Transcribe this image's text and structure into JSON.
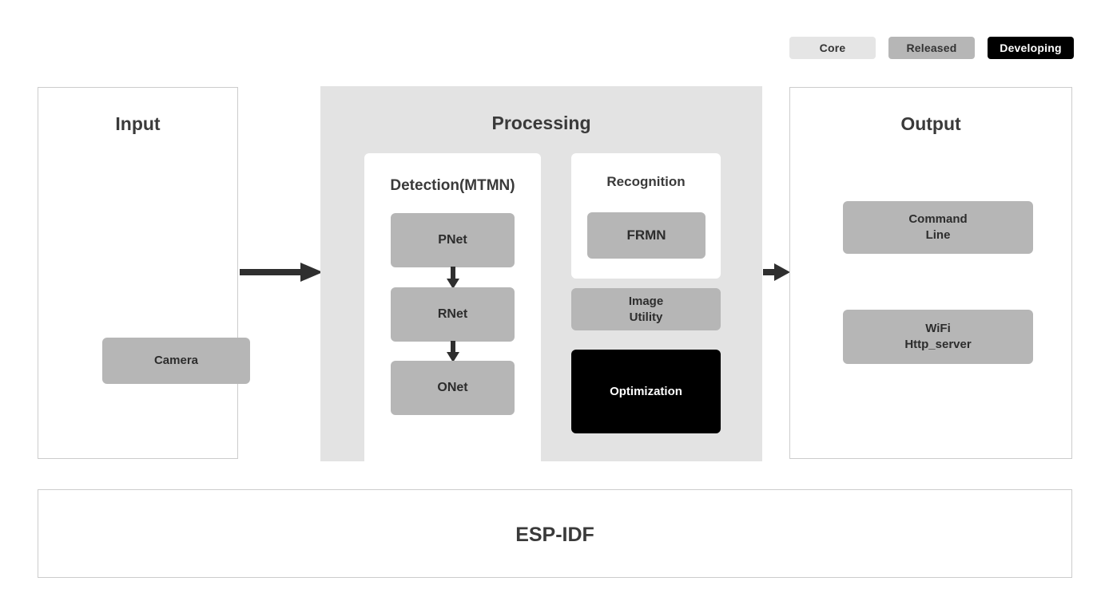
{
  "legend": {
    "items": [
      {
        "label": "Core",
        "color": "#e5e5e5",
        "text_color": "#333333"
      },
      {
        "label": "Released",
        "color": "#b6b6b6",
        "text_color": "#333333"
      },
      {
        "label": "Developing",
        "color": "#000000",
        "text_color": "#ffffff"
      }
    ]
  },
  "input": {
    "title": "Input",
    "nodes": [
      {
        "label": "Camera",
        "status": "Released"
      }
    ]
  },
  "processing": {
    "title": "Processing",
    "detection": {
      "title": "Detection(MTMN)",
      "nodes": [
        {
          "label": "PNet",
          "status": "Released"
        },
        {
          "label": "RNet",
          "status": "Released"
        },
        {
          "label": "ONet",
          "status": "Released"
        }
      ]
    },
    "recognition": {
      "title": "Recognition",
      "nodes": [
        {
          "label": "FRMN",
          "status": "Released"
        }
      ]
    },
    "image_utility": {
      "label": "Image\nUtility",
      "line1": "Image",
      "line2": "Utility",
      "status": "Released"
    },
    "optimization": {
      "label": "Optimization",
      "status": "Developing"
    }
  },
  "output": {
    "title": "Output",
    "nodes": [
      {
        "label": "Command Line",
        "line1": "Command",
        "line2": "Line",
        "status": "Released"
      },
      {
        "label": "WiFi Http_server",
        "line1": "WiFi",
        "line2": "Http_server",
        "status": "Released"
      }
    ]
  },
  "foundation": {
    "label": "ESP-IDF"
  },
  "arrows": [
    {
      "name": "input-to-processing",
      "direction": "right"
    },
    {
      "name": "processing-to-output",
      "direction": "right"
    },
    {
      "name": "pnet-to-rnet",
      "direction": "down"
    },
    {
      "name": "rnet-to-onet",
      "direction": "down"
    }
  ],
  "colors": {
    "background": "#ffffff",
    "panel_border": "#cccccc",
    "processing_fill": "#e3e3e3",
    "released_fill": "#b6b6b6",
    "core_fill": "#e5e5e5",
    "developing_fill": "#000000",
    "arrow": "#2f2f2f",
    "text": "#3a3a3a"
  }
}
